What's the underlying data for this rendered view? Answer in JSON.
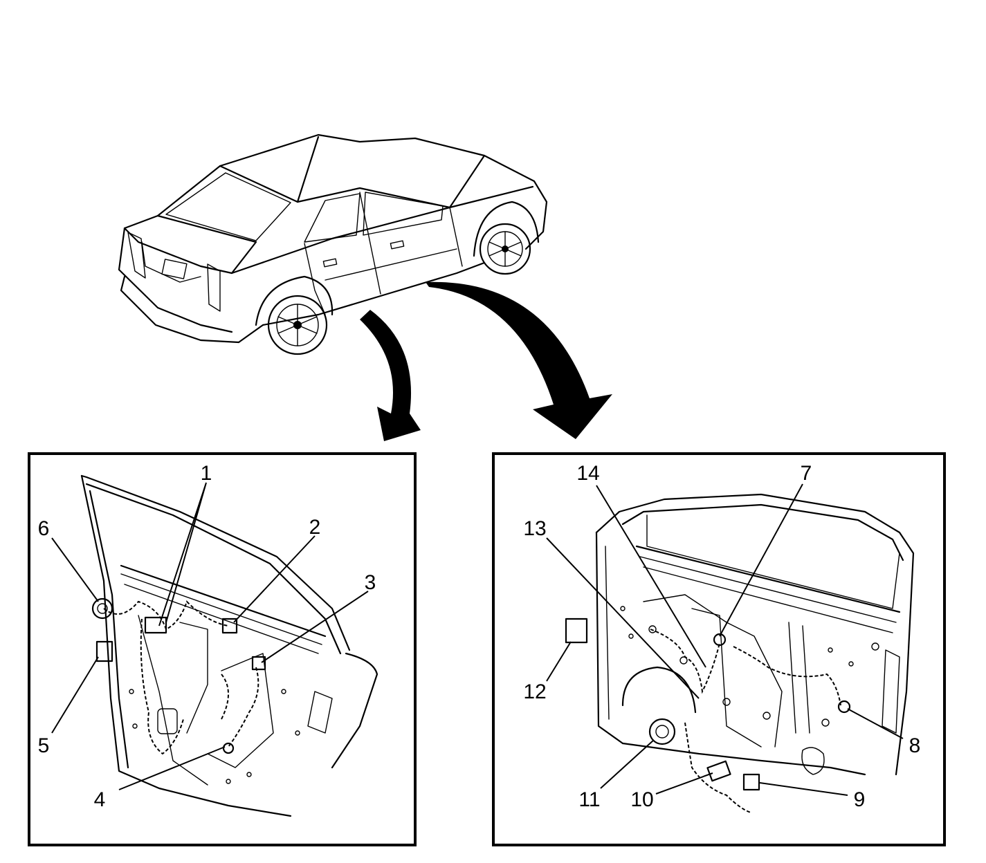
{
  "callouts": {
    "c1": "1",
    "c2": "2",
    "c3": "3",
    "c4": "4",
    "c5": "5",
    "c6": "6",
    "c7": "7",
    "c8": "8",
    "c9": "9",
    "c10": "10",
    "c11": "11",
    "c12": "12",
    "c13": "13",
    "c14": "14"
  },
  "colors": {
    "line": "#000000",
    "background": "#ffffff"
  }
}
